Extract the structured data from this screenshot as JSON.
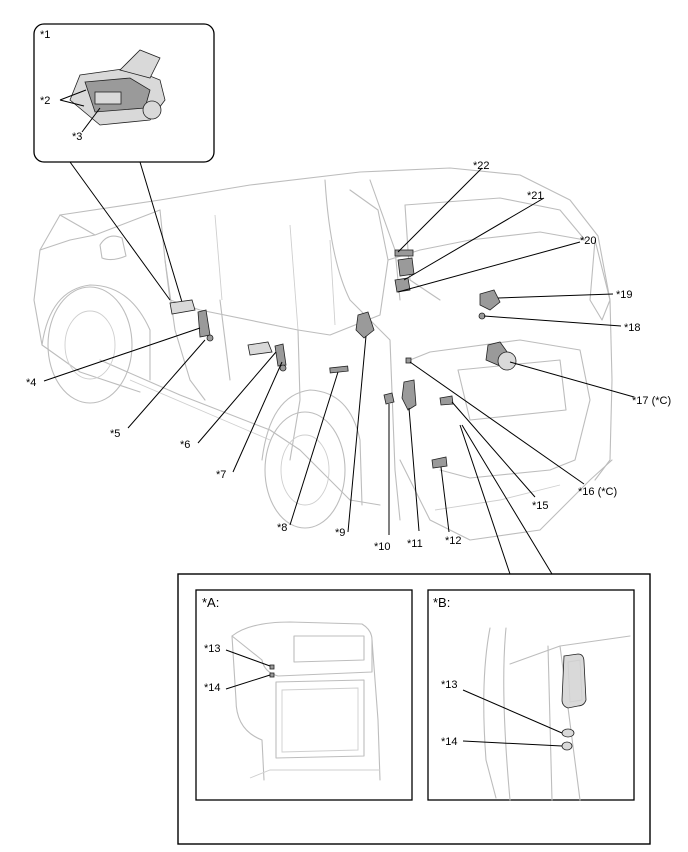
{
  "labels": {
    "l1": "*1",
    "l2": "*2",
    "l3": "*3",
    "l4": "*4",
    "l5": "*5",
    "l6": "*6",
    "l7": "*7",
    "l8": "*8",
    "l9": "*9",
    "l10": "*10",
    "l11": "*11",
    "l12": "*12",
    "l15": "*15",
    "l16": "*16 (*C)",
    "l17": "*17 (*C)",
    "l18": "*18",
    "l19": "*19",
    "l20": "*20",
    "l21": "*21",
    "l22": "*22"
  },
  "view_a": {
    "title": "*A:",
    "l13": "*13",
    "l14": "*14"
  },
  "view_b": {
    "title": "*B:",
    "l13": "*13",
    "l14": "*14"
  }
}
